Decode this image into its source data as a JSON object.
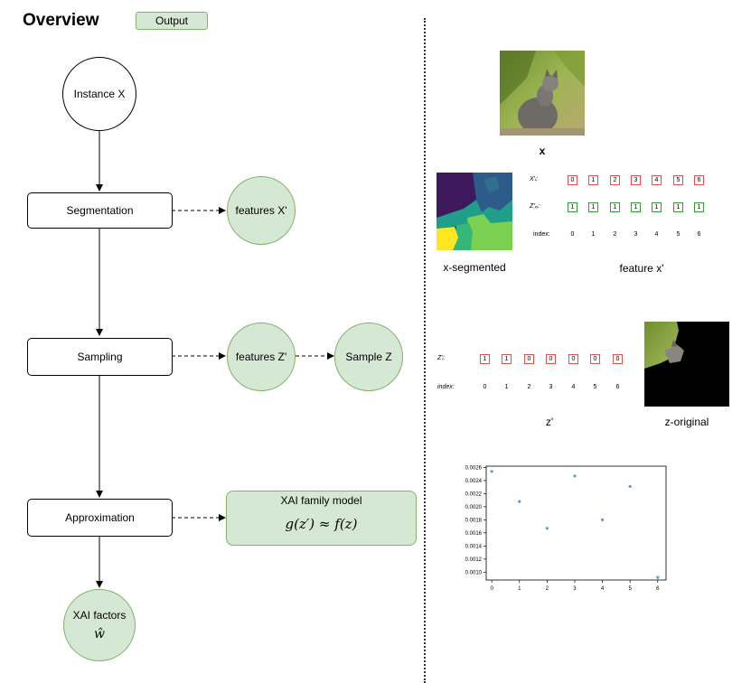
{
  "title": "Overview",
  "legend_label": "Output",
  "flow": {
    "instance": "Instance X",
    "segmentation": "Segmentation",
    "features_x": "features X'",
    "sampling": "Sampling",
    "features_z": "features Z'",
    "sample_z": "Sample Z",
    "approximation": "Approximation",
    "family_model_title": "XAI family model",
    "family_model_formula": "g(z′) ≈ f(z)",
    "factors_label": "XAI factors",
    "factors_symbol": "ŵ"
  },
  "right": {
    "x_caption": "x",
    "x_segmented_caption": "x-segmented",
    "feature_x_caption": "feature x'",
    "z_caption": "z'",
    "z_original_caption": "z-original",
    "feature_table": {
      "row1_label": "X'ᵢ:",
      "row1_values": [
        "0",
        "1",
        "2",
        "3",
        "4",
        "5",
        "6"
      ],
      "row2_label": "Z'ₓᵢ:",
      "row2_values": [
        "1",
        "1",
        "1",
        "1",
        "1",
        "1",
        "1"
      ],
      "index_label": "index:",
      "index_values": [
        "0",
        "1",
        "2",
        "3",
        "4",
        "5",
        "6"
      ]
    },
    "z_table": {
      "row_label": "Z'ᵢ:",
      "row_values": [
        "1",
        "1",
        "0",
        "0",
        "0",
        "0",
        "0"
      ],
      "index_label": "index:",
      "index_values": [
        "0",
        "1",
        "2",
        "3",
        "4",
        "5",
        "6"
      ]
    }
  },
  "chart_data": {
    "type": "scatter",
    "x": [
      0,
      1,
      2,
      3,
      4,
      5,
      6
    ],
    "y": [
      0.00254,
      0.00208,
      0.00167,
      0.00247,
      0.0018,
      0.00231,
      0.00092
    ],
    "xticks": [
      "0",
      "1",
      "2",
      "3",
      "4",
      "5",
      "6"
    ],
    "yticks": [
      "0.0010",
      "0.0012",
      "0.0014",
      "0.0016",
      "0.0018",
      "0.0020",
      "0.0022",
      "0.0024",
      "0.0026"
    ],
    "xlim": [
      -0.2,
      6.3
    ],
    "ylim": [
      0.00088,
      0.00262
    ],
    "point_color": "#5b9bd5",
    "grid": false
  }
}
